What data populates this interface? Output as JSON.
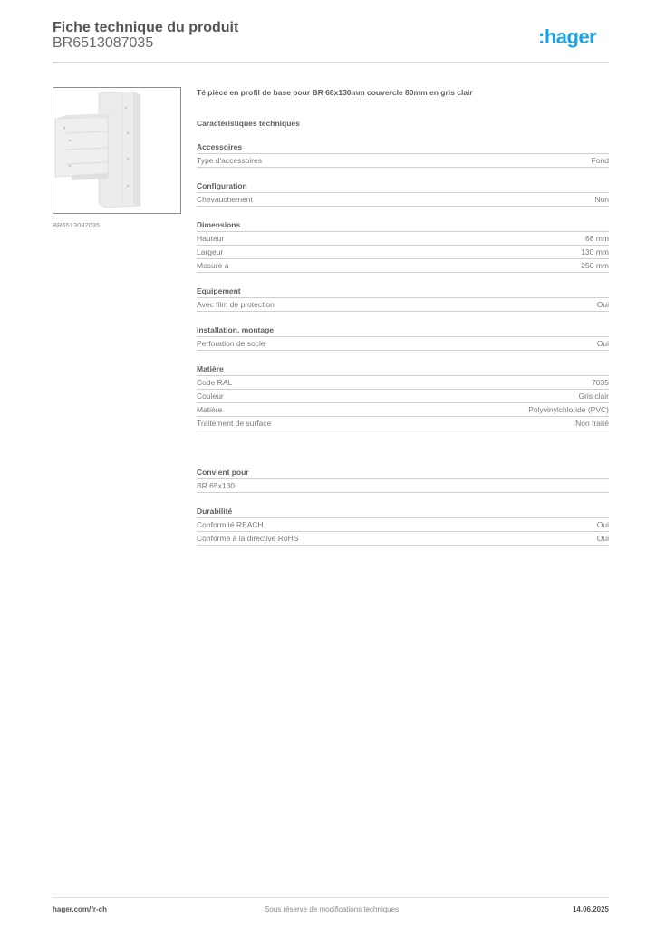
{
  "header": {
    "title": "Fiche technique du produit",
    "product_code": "BR6513087035",
    "logo": ":hager",
    "brand_color": "#1aa3e0"
  },
  "image": {
    "caption": "BR6513087035",
    "icon": "product-photo-t-piece"
  },
  "main": {
    "description": "Té pièce en profil de base pour BR 68x130mm couvercle 80mm en gris clair",
    "characteristics_title": "Caractéristiques techniques",
    "sections": [
      {
        "title": "Accessoires",
        "rows": [
          {
            "label": "Type d'accessoires",
            "value": "Fond"
          }
        ]
      },
      {
        "title": "Configuration",
        "rows": [
          {
            "label": "Chevauchement",
            "value": "Non"
          }
        ]
      },
      {
        "title": "Dimensions",
        "rows": [
          {
            "label": "Hauteur",
            "value": "68 mm"
          },
          {
            "label": "Largeur",
            "value": "130 mm"
          },
          {
            "label": "Mesure a",
            "value": "250 mm"
          }
        ]
      },
      {
        "title": "Equipement",
        "rows": [
          {
            "label": "Avec film de protection",
            "value": "Oui"
          }
        ]
      },
      {
        "title": "Installation, montage",
        "rows": [
          {
            "label": "Perforation de socle",
            "value": "Oui"
          }
        ]
      },
      {
        "title": "Matière",
        "rows": [
          {
            "label": "Code RAL",
            "value": "7035"
          },
          {
            "label": "Couleur",
            "value": "Gris clair"
          },
          {
            "label": "Matière",
            "value": "Polyvinylchloride (PVC)"
          },
          {
            "label": "Traitement de surface",
            "value": "Non traité"
          }
        ]
      }
    ],
    "suitable_for": {
      "title": "Convient pour",
      "rows": [
        {
          "label": "BR 65x130",
          "value": ""
        }
      ]
    },
    "durability": {
      "title": "Durabilité",
      "rows": [
        {
          "label": "Conformité REACH",
          "value": "Oui"
        },
        {
          "label": "Conforme à la directive RoHS",
          "value": "Oui"
        }
      ]
    }
  },
  "footer": {
    "website": "hager.com/fr-ch",
    "disclaimer": "Sous réserve de modifications techniques",
    "date": "14.06.2025"
  }
}
